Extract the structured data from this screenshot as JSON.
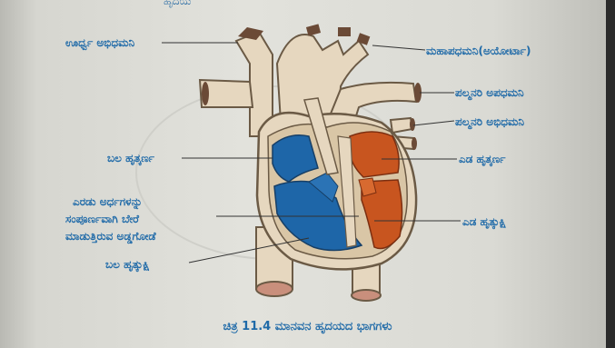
{
  "top_text": "ಹೃದಯ",
  "labels": {
    "superior_vena_cava": "ಊರ್ಧ್ವ ಅಭಿಧಮನಿ",
    "aorta": "ಮಹಾಪಧಮನಿ(ಅಯೋರ್ಟಾ)",
    "pulmonary_artery": "ಪಲ್ಮನರಿ ಅಪಧಮನಿ",
    "pulmonary_vein": "ಪಲ್ಮನರಿ ಅಭಿಧಮನಿ",
    "right_atrium": "ಬಲ ಹೃತ್ಕರ್ಣ",
    "left_atrium": "ಎಡ ಹೃತ್ಕರ್ಣ",
    "septum_line1": "ಎರಡು ಅರ್ಧಗಳನ್ನು",
    "septum_line2": "ಸಂಪೂರ್ಣವಾಗಿ ಬೇರೆ",
    "septum_line3": "ಮಾಡುತ್ತಿರುವ ಅಡ್ಡಗೋಡೆ",
    "left_ventricle": "ಎಡ ಹೃತ್ಕುಕ್ಷಿ",
    "right_ventricle": "ಬಲ ಹೃತ್ಕುಕ್ಷಿ"
  },
  "caption": "ಚಿತ್ರ 11.4 ಮಾನವನ ಹೃದಯದ ಭಾಗಗಳು",
  "colors": {
    "label_blue": "#1f6aa8",
    "deoxygenated_blue": "#1e66a8",
    "oxygenated_red": "#c8551f",
    "vessel_tan": "#e6d7bf"
  }
}
